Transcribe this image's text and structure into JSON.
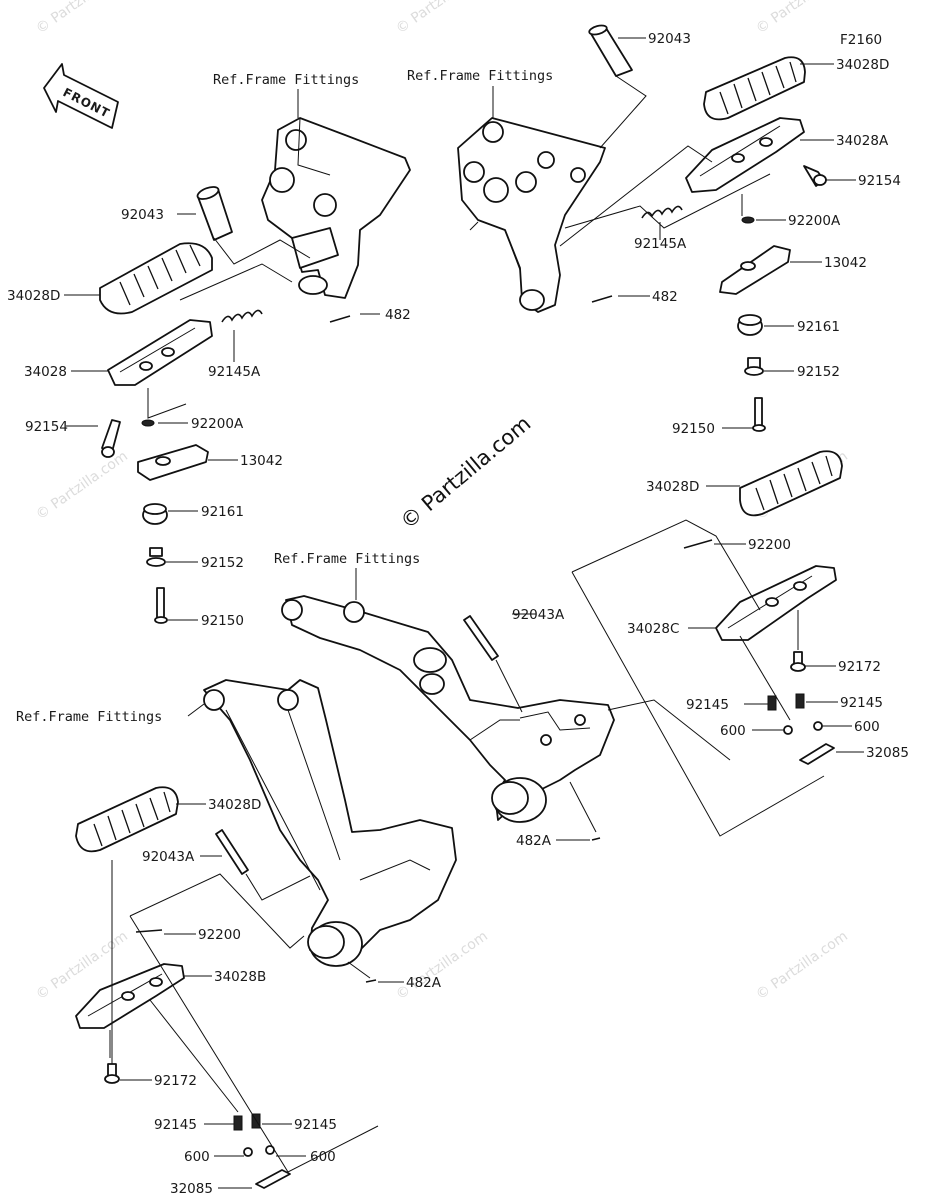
{
  "diagram_code": "F2160",
  "front_label": "FRONT",
  "watermark": "© Partzilla.com",
  "copyright": "© Partzilla.com",
  "ref_frame_fittings": "Ref.Frame Fittings",
  "labels": {
    "l92043_tr": "92043",
    "l34028D_tr": "34028D",
    "l34028A": "34028A",
    "l92154_r": "92154",
    "l92200A_r": "92200A",
    "l13042_r": "13042",
    "l92145A_r": "92145A",
    "l482_r": "482",
    "l92161_r": "92161",
    "l92152_r": "92152",
    "l92150_r": "92150",
    "l92043_l": "92043",
    "l34028D_l": "34028D",
    "l34028": "34028",
    "l92154_l": "92154",
    "l92200A_l": "92200A",
    "l13042_l": "13042",
    "l92161_l": "92161",
    "l92152_l": "92152",
    "l92150_l": "92150",
    "l482_l": "482",
    "l92145A_l": "92145A",
    "l34028D_mr": "34028D",
    "l92200_r": "92200",
    "l92043A_c": "92043A",
    "l34028C": "34028C",
    "l92172_r": "92172",
    "l92145_r1": "92145",
    "l92145_r2": "92145",
    "l600_r1": "600",
    "l600_r2": "600",
    "l32085_r": "32085",
    "l482A_c": "482A",
    "l34028D_bl": "34028D",
    "l92043A_l": "92043A",
    "l92200_l": "92200",
    "l34028B": "34028B",
    "l482A_b": "482A",
    "l92172_l": "92172",
    "l92145_l1": "92145",
    "l92145_l2": "92145",
    "l600_l1": "600",
    "l600_l2": "600",
    "l32085_l": "32085"
  }
}
